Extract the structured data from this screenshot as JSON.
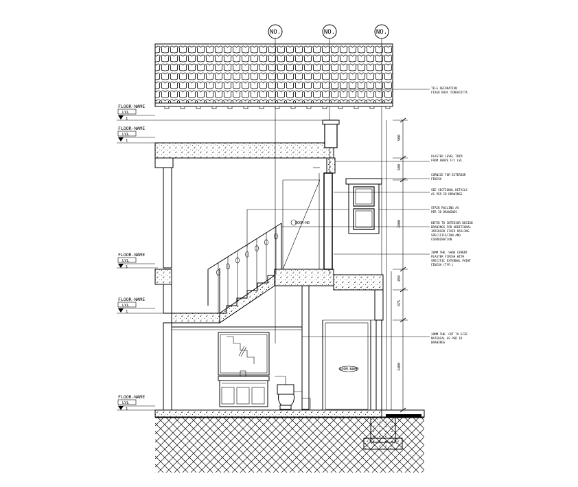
{
  "grid_labels": [
    "NO.",
    "NO.",
    "NO."
  ],
  "level_markers": [
    {
      "name": "FLOOR-NAME",
      "box": "LVL",
      "num": "1"
    },
    {
      "name": "FLOOR-NAME",
      "box": "LVL",
      "num": "1"
    },
    {
      "name": "FLOOR-NAME",
      "box": "LVL",
      "num": "1"
    },
    {
      "name": "FLOOR-NAME",
      "box": "LVL",
      "num": "1"
    },
    {
      "name": "FLOOR-NAME",
      "box": "LVL",
      "num": "1"
    }
  ],
  "notes": [
    {
      "l1": "TILE DECORATION",
      "l2": "FIXED ROOF TERRACOTTA"
    },
    {
      "l1": "PLASTER LEVEL TRIM",
      "l2": "FROM ABOVE F/C LVL."
    },
    {
      "l1": "CORNICE FOR EXTERIOR",
      "l2": "FINISH"
    },
    {
      "l1": "SEE SECTIONAL DETAILS",
      "l2": "AS PER ID DRAWINGS"
    },
    {
      "l1": "STAIR RAILING AS",
      "l2": "PER ID DRAWINGS"
    },
    {
      "l1": "REFER TO INTERIOR DESIGN",
      "l2": "DRAWINGS FOR ADDITIONAL",
      "l3": "INTERIOR STAIR RAILING",
      "l4": "SPECIFICATION AND",
      "l5": "COORDINATION"
    },
    {
      "l1": "20MM THK. SAND CEMENT",
      "l2": "PLASTER FINISH WITH",
      "l3": "SPECIFIC EXTERNAL PAINT",
      "l4": "FINISH (TYP.)"
    },
    {
      "l1": "20MM THK. CUT TO SIZE",
      "l2": "MATERIAL AS PER ID",
      "l3": "DRAWINGS"
    }
  ],
  "dims": [
    "900",
    "600",
    "2800",
    "450",
    "975",
    "2400"
  ],
  "room_tags": {
    "door": "DOOR-NO",
    "room": "ROOM-NAME"
  }
}
